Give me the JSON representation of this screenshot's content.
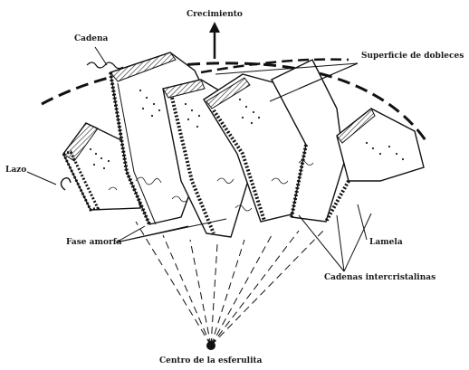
{
  "labels": {
    "crecimiento": "Crecimiento",
    "cadena": "Cadena",
    "superficie": "Superficie de dobleces",
    "lazo": "Lazo",
    "fase_amorfa": "Fase amorfa",
    "lamela": "Lamela",
    "cadenas_inter": "Cadenas intercristalinas",
    "centro": "Centro de la esferulita"
  }
}
